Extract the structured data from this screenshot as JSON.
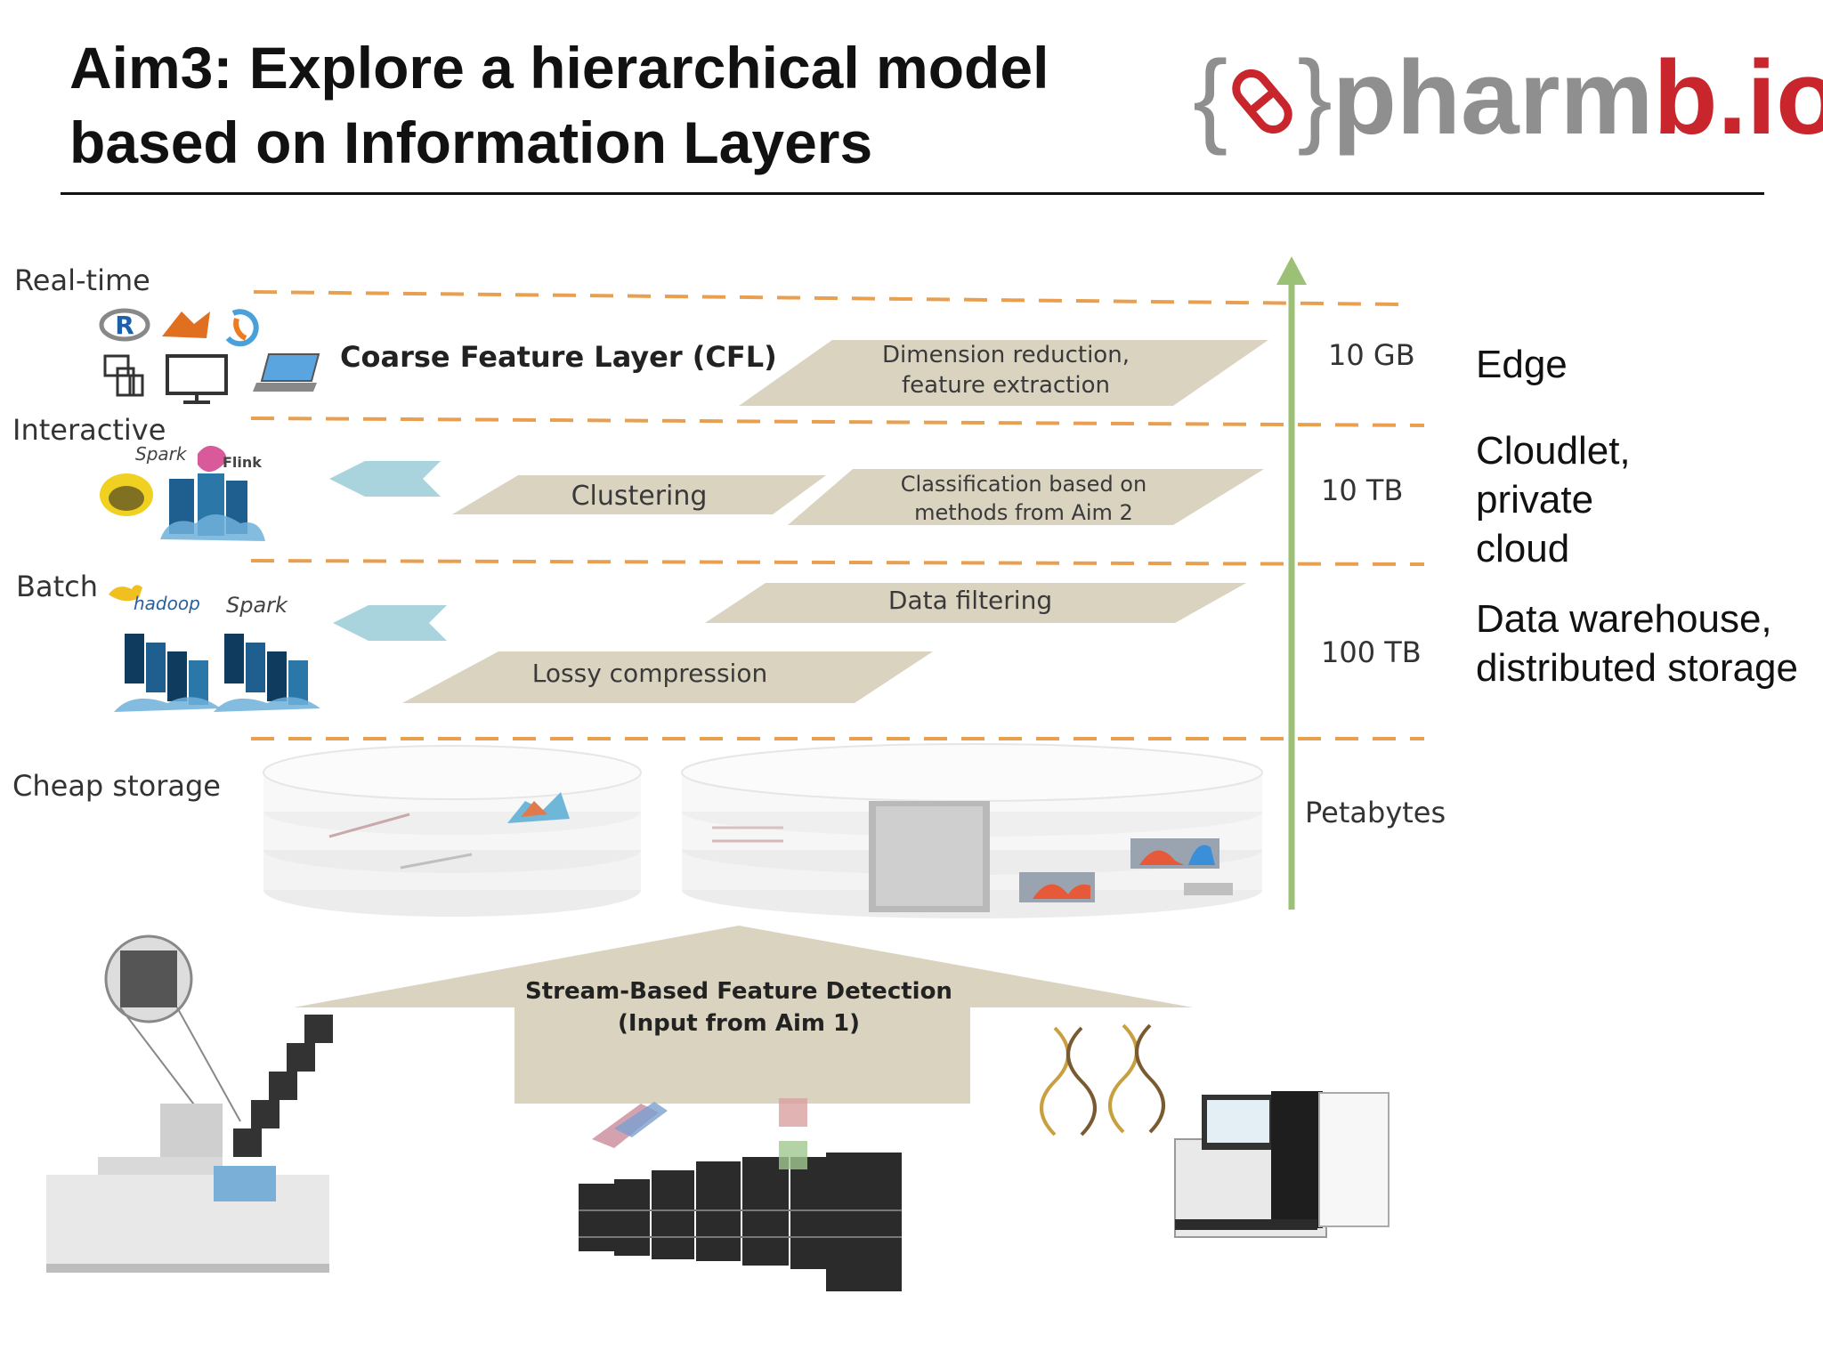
{
  "slide": {
    "title_lines": [
      "Aim3: Explore a hierarchical model",
      "based on Information Layers"
    ],
    "logo": {
      "brace_open": "{",
      "brace_close": "}",
      "text_grey": "pharm",
      "text_red": "b.io"
    }
  },
  "tiers": {
    "realtime": "Real-time",
    "interactive": "Interactive",
    "batch": "Batch",
    "cheap_storage": "Cheap storage"
  },
  "tools": {
    "spark": "Spark",
    "flink": "Flink",
    "hadoop": "hadoop",
    "spark2": "Spark"
  },
  "layers": {
    "cfl_title": "Coarse Feature Layer (CFL)",
    "dimension_reduction_lines": [
      "Dimension reduction,",
      "feature extraction"
    ],
    "clustering": "Clustering",
    "classification_lines": [
      "Classification based on",
      "methods from Aim 2"
    ],
    "data_filtering": "Data filtering",
    "lossy_compression": "Lossy compression"
  },
  "sizes": {
    "gb10": "10 GB",
    "tb10": "10 TB",
    "tb100": "100 TB",
    "petabytes": "Petabytes"
  },
  "right_labels": {
    "edge": "Edge",
    "cloudlet_lines": [
      "Cloudlet,",
      "private",
      "cloud"
    ],
    "warehouse_lines": [
      "Data warehouse,",
      "distributed storage"
    ]
  },
  "stream": {
    "lines": [
      "Stream-Based Feature Detection",
      "(Input from Aim 1)"
    ]
  },
  "colors": {
    "dash_orange": "#e8a050",
    "parallelogram": "#d9d3c0",
    "blue_arrow": "#a9d3dd",
    "green_arrow": "#9cc176",
    "logo_red": "#c8262c",
    "logo_grey": "#8f8f8f"
  },
  "icons": [
    "r-icon",
    "matlab-icon",
    "refresh-icon",
    "devices-icon",
    "monitor-icon",
    "laptop-icon",
    "server-icon",
    "hive-icon",
    "cluster-icon",
    "microscope-icon",
    "dna-icon",
    "sequencer-icon",
    "disk-stack-icon"
  ]
}
